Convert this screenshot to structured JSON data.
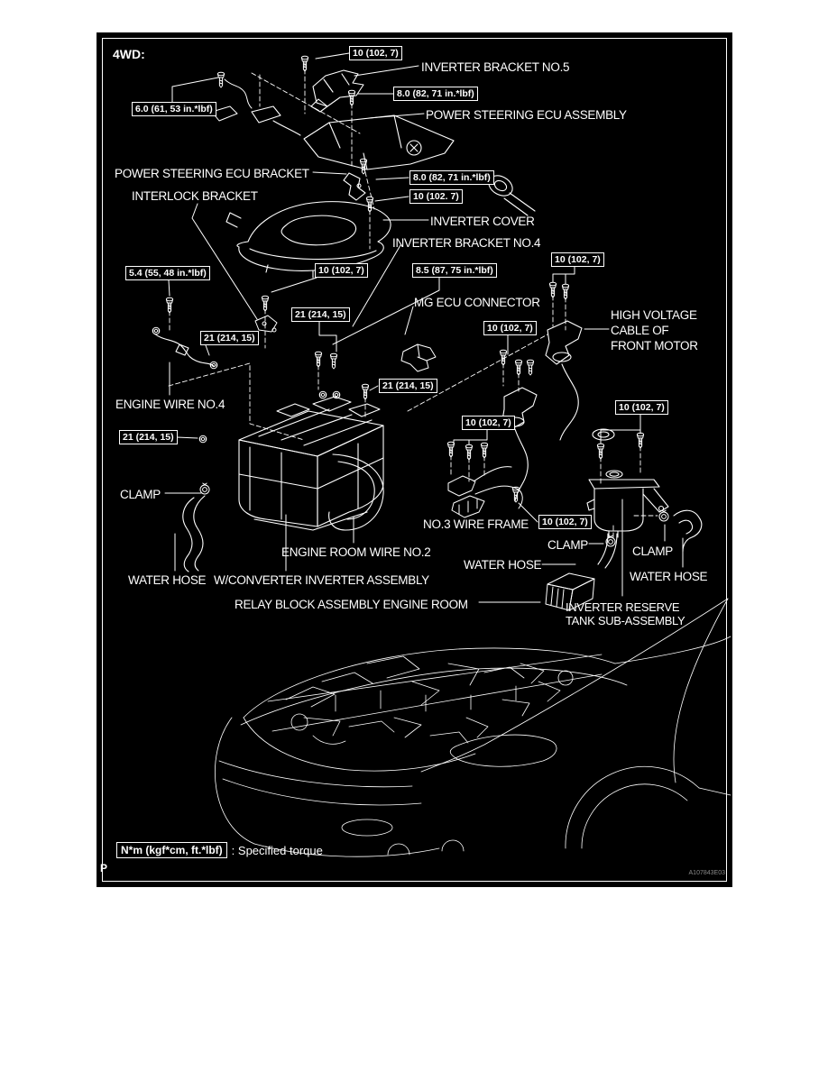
{
  "panel": {
    "drive_label": "4WD:"
  },
  "torque_labels": [
    {
      "text": "10 (102, 7)"
    },
    {
      "text": "8.0 (82, 71 in.*lbf)"
    },
    {
      "text": "6.0 (61, 53 in.*lbf)"
    },
    {
      "text": "8.0 (82, 71 in.*lbf)"
    },
    {
      "text": "10 (102. 7)"
    },
    {
      "text": "5.4 (55, 48 in.*lbf)"
    },
    {
      "text": "10 (102, 7)"
    },
    {
      "text": "8.5 (87, 75 in.*lbf)"
    },
    {
      "text": "10 (102, 7)"
    },
    {
      "text": "21 (214, 15)"
    },
    {
      "text": "10 (102, 7)"
    },
    {
      "text": "21 (214, 15)"
    },
    {
      "text": "21 (214, 15)"
    },
    {
      "text": "10 (102, 7)"
    },
    {
      "text": "21 (214, 15)"
    },
    {
      "text": "10 (102, 7)"
    },
    {
      "text": "10 (102, 7)"
    }
  ],
  "part_labels": [
    {
      "text": "INVERTER BRACKET NO.5"
    },
    {
      "text": "POWER STEERING ECU ASSEMBLY"
    },
    {
      "text": "POWER STEERING ECU BRACKET"
    },
    {
      "text": "INTERLOCK BRACKET"
    },
    {
      "text": "INVERTER COVER"
    },
    {
      "text": "INVERTER BRACKET NO.4"
    },
    {
      "text": "MG ECU CONNECTOR"
    },
    {
      "text": "HIGH VOLTAGE\nCABLE OF\nFRONT MOTOR"
    },
    {
      "text": "ENGINE WIRE NO.4"
    },
    {
      "text": "CLAMP"
    },
    {
      "text": "NO.3 WIRE FRAME"
    },
    {
      "text": "CLAMP"
    },
    {
      "text": "CLAMP"
    },
    {
      "text": "ENGINE ROOM WIRE NO.2"
    },
    {
      "text": "WATER HOSE"
    },
    {
      "text": "WATER HOSE"
    },
    {
      "text": "W/CONVERTER INVERTER ASSEMBLY"
    },
    {
      "text": "WATER HOSE"
    },
    {
      "text": "RELAY BLOCK ASSEMBLY ENGINE ROOM"
    },
    {
      "text": "INVERTER RESERVE\nTANK SUB-ASSEMBLY"
    }
  ],
  "legend": {
    "torque_symbol": "N*m (kgf*cm, ft.*lbf)",
    "description": ": Specified torque"
  },
  "footer": {
    "page_marker": "P",
    "figure_code": "A107843E03"
  },
  "colors": {
    "background": "#000000",
    "line_art": "#ffffff",
    "page": "#ffffff",
    "figure_code_gray": "#8a8a8a"
  }
}
